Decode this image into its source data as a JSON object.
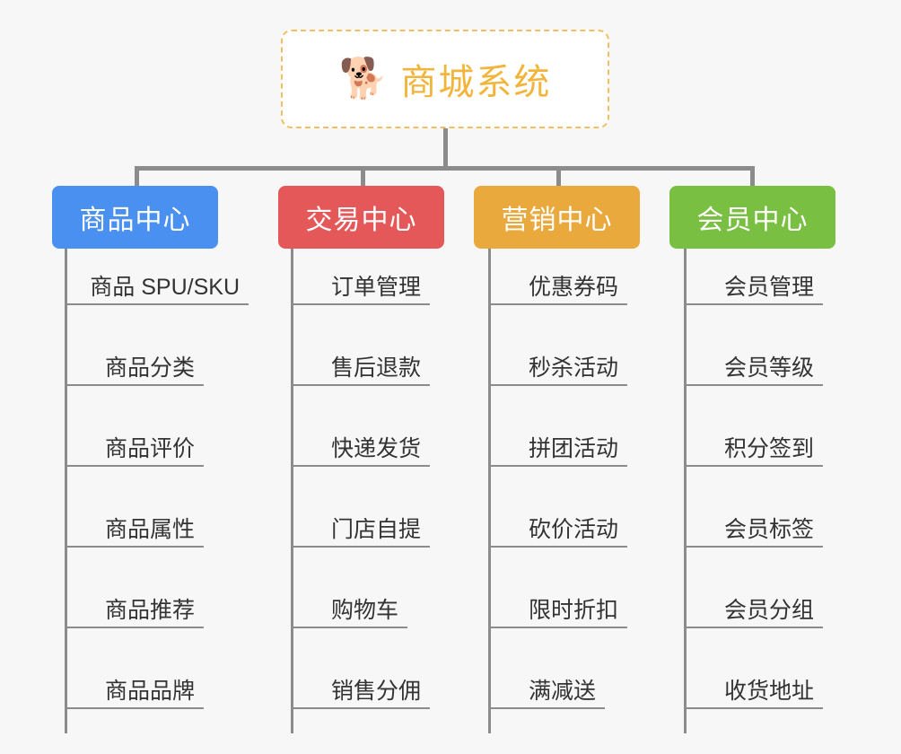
{
  "background_color": "#f7f7f7",
  "root": {
    "icon": "shiba-dog-face-icon",
    "icon_glyph": "🐕",
    "title": "商城系统",
    "title_color": "#f2b53c",
    "border_color": "#f0c060",
    "fill_color": "#ffffff"
  },
  "connector_color": "#8c8c8c",
  "categories": [
    {
      "label": "商品中心",
      "color": "#4a90f0",
      "items": [
        "商品 SPU/SKU",
        "商品分类",
        "商品评价",
        "商品属性",
        "商品推荐",
        "商品品牌"
      ]
    },
    {
      "label": "交易中心",
      "color": "#e5585a",
      "items": [
        "订单管理",
        "售后退款",
        "快递发货",
        "门店自提",
        "购物车",
        "销售分佣"
      ]
    },
    {
      "label": "营销中心",
      "color": "#eaa93c",
      "items": [
        "优惠券码",
        "秒杀活动",
        "拼团活动",
        "砍价活动",
        "限时折扣",
        "满减送"
      ]
    },
    {
      "label": "会员中心",
      "color": "#79bf42",
      "items": [
        "会员管理",
        "会员等级",
        "积分签到",
        "会员标签",
        "会员分组",
        "收货地址"
      ]
    }
  ]
}
